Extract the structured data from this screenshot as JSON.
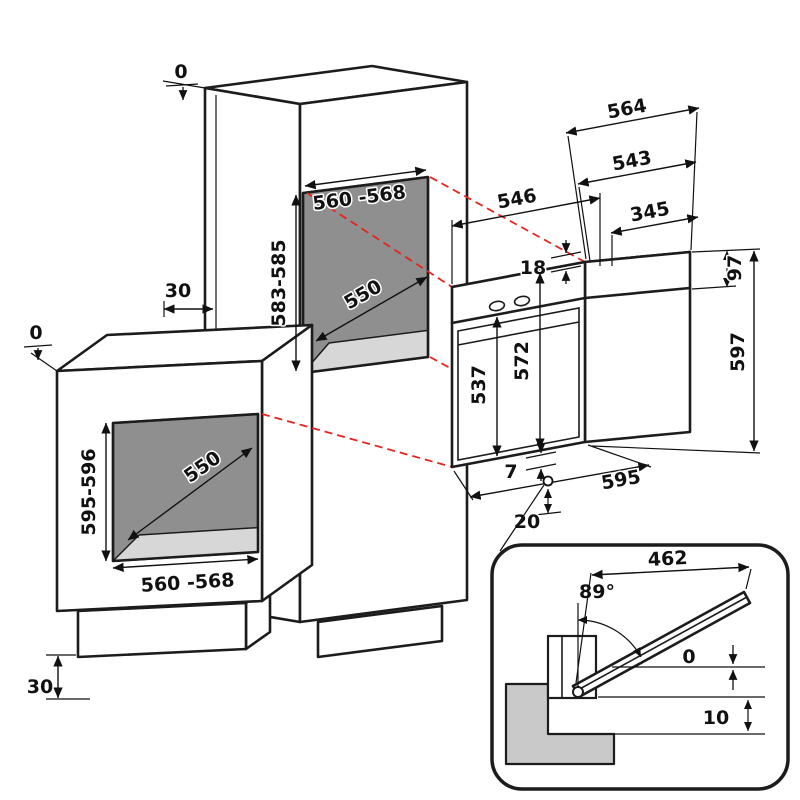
{
  "tall_cabinet": {
    "flush_top": "0",
    "rear_gap": "30",
    "niche_width": "560 -568",
    "niche_height": "583-585",
    "niche_depth": "550"
  },
  "base_cabinet": {
    "flush_top": "0",
    "bottom_gap": "30",
    "niche_width": "560 -568",
    "niche_height": "595-596",
    "niche_depth": "550"
  },
  "oven": {
    "depth_total": "564",
    "depth_body": "543",
    "depth_upper": "546",
    "depth_rear": "345",
    "trim": "18",
    "top_height": "97",
    "height": "597",
    "front_height_inner": "537",
    "front_height": "572",
    "width": "595",
    "front_gap": "7",
    "bottom_gap": "20"
  },
  "door_detail": {
    "door_width": "462",
    "opening_angle": "89°",
    "flush_gap": "0",
    "floor_gap": "10"
  }
}
